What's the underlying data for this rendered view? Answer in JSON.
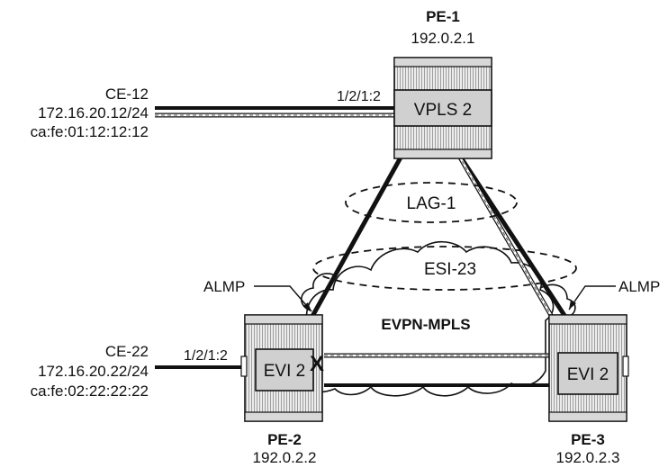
{
  "nodes": {
    "pe1": {
      "name": "PE-1",
      "ip": "192.0.2.1",
      "service": "VPLS 2",
      "port": "1/2/1:2"
    },
    "pe2": {
      "name": "PE-2",
      "ip": "192.0.2.2",
      "service": "EVI 2",
      "port": "1/2/1:2"
    },
    "pe3": {
      "name": "PE-3",
      "ip": "192.0.2.3",
      "service": "EVI 2"
    }
  },
  "ces": {
    "ce12": {
      "name": "CE-12",
      "ip": "172.16.20.12/24",
      "mac": "ca:fe:01:12:12:12"
    },
    "ce22": {
      "name": "CE-22",
      "ip": "172.16.20.22/24",
      "mac": "ca:fe:02:22:22:22"
    }
  },
  "labels": {
    "lag": "LAG-1",
    "esi": "ESI-23",
    "evpn": "EVPN-MPLS",
    "almp_left": "ALMP",
    "almp_right": "ALMP",
    "fault_mark": "X"
  },
  "colors": {
    "line": "#111111",
    "router_fill": "#e6e6e6",
    "service_fill": "#cfcfcf"
  }
}
